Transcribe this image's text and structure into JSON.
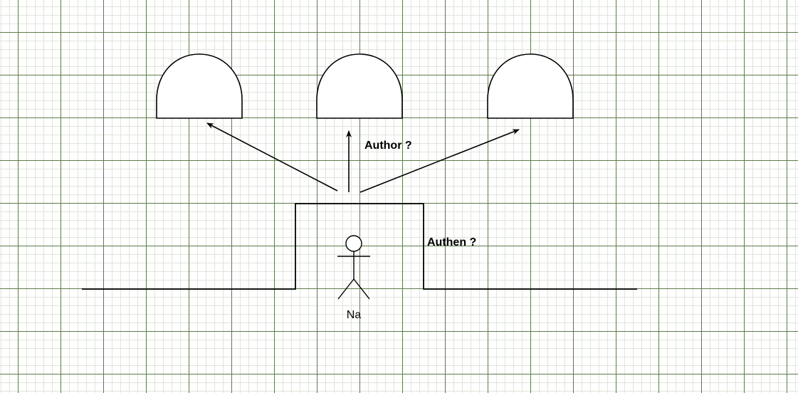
{
  "diagram": {
    "author_label": "Author ?",
    "authen_label": "Authen ?",
    "actor_label": "Na"
  }
}
